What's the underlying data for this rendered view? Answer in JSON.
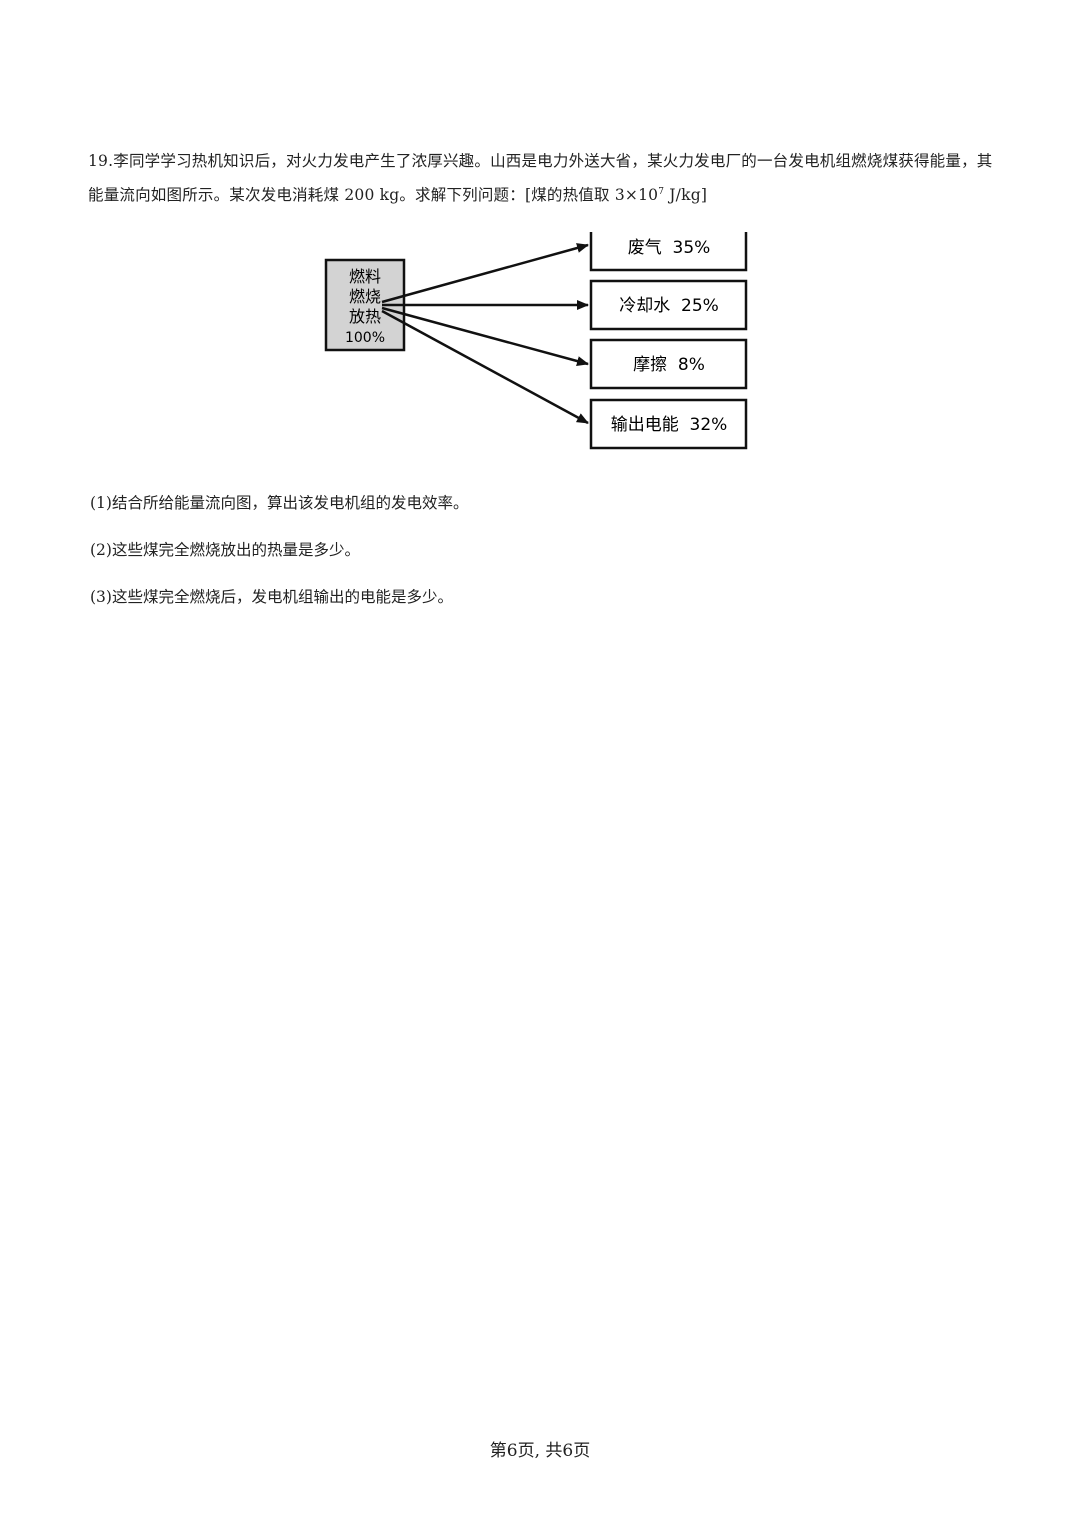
{
  "question": {
    "number": "19.",
    "text_before_exp": "李同学学习热机知识后，对火力发电产生了浓厚兴趣。山西是电力外送大省，某火力发电厂的一台发电机组燃烧煤获得能量，其能量流向如图所示。某次发电消耗煤 200 kg。求解下列问题：[煤的热值取 3×10",
    "exponent": "7",
    "text_after_exp": " J/kg]"
  },
  "diagram": {
    "source": {
      "lines": [
        "燃料",
        "燃烧",
        "放热",
        "100%"
      ],
      "fill": "#d3d3d3"
    },
    "targets": [
      {
        "label": "废气  35%"
      },
      {
        "label": "冷却水  25%"
      },
      {
        "label": "摩擦  8%"
      },
      {
        "label": "输出电能  32%"
      }
    ]
  },
  "sub_questions": [
    "(1)结合所给能量流向图，算出该发电机组的发电效率。",
    "(2)这些煤完全燃烧放出的热量是多少。",
    "(3)这些煤完全燃烧后，发电机组输出的电能是多少。"
  ],
  "footer": {
    "page_label": "第6页, 共6页"
  }
}
